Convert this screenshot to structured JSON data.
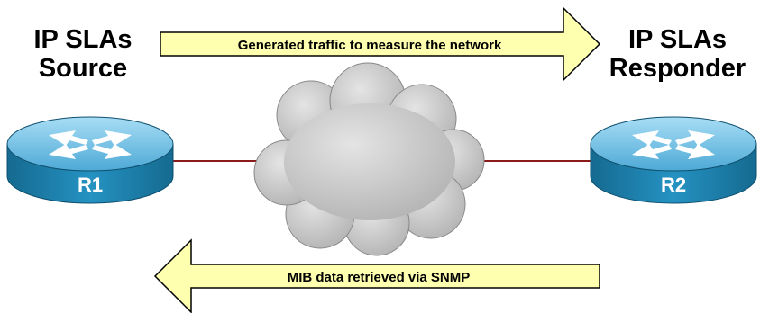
{
  "source": {
    "title_line1": "IP SLAs",
    "title_line2": "Source",
    "router_label": "R1"
  },
  "responder": {
    "title_line1": "IP SLAs",
    "title_line2": "Responder",
    "router_label": "R2"
  },
  "top_arrow": {
    "label": "Generated traffic to measure the network",
    "direction": "right"
  },
  "bottom_arrow": {
    "label": "MIB data retrieved via SNMP",
    "direction": "left"
  },
  "colors": {
    "arrow_fill": "#FFFFB0",
    "link": "#8B1A1A",
    "router_body": "#1E7FA8",
    "router_top": "#8FD0F0",
    "cloud": "#C4C4C4"
  }
}
